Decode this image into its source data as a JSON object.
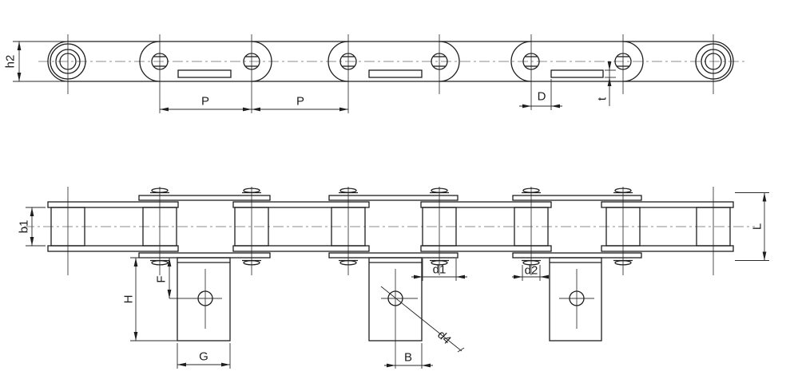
{
  "colors": {
    "line": "#1e1e1e",
    "thin_line": "#3c3c3c",
    "centerline": "#8c8c8c",
    "background": "#ffffff"
  },
  "side_view": {
    "labels": {
      "h2": "h2",
      "p_left": "P",
      "p_right": "P",
      "d": "D",
      "t": "t"
    }
  },
  "plan_view": {
    "labels": {
      "b1": "b1",
      "l": "L",
      "h": "H",
      "f": "F",
      "g": "G",
      "b": "B",
      "d1": "d1",
      "d2": "d2",
      "d4": "d4"
    }
  }
}
